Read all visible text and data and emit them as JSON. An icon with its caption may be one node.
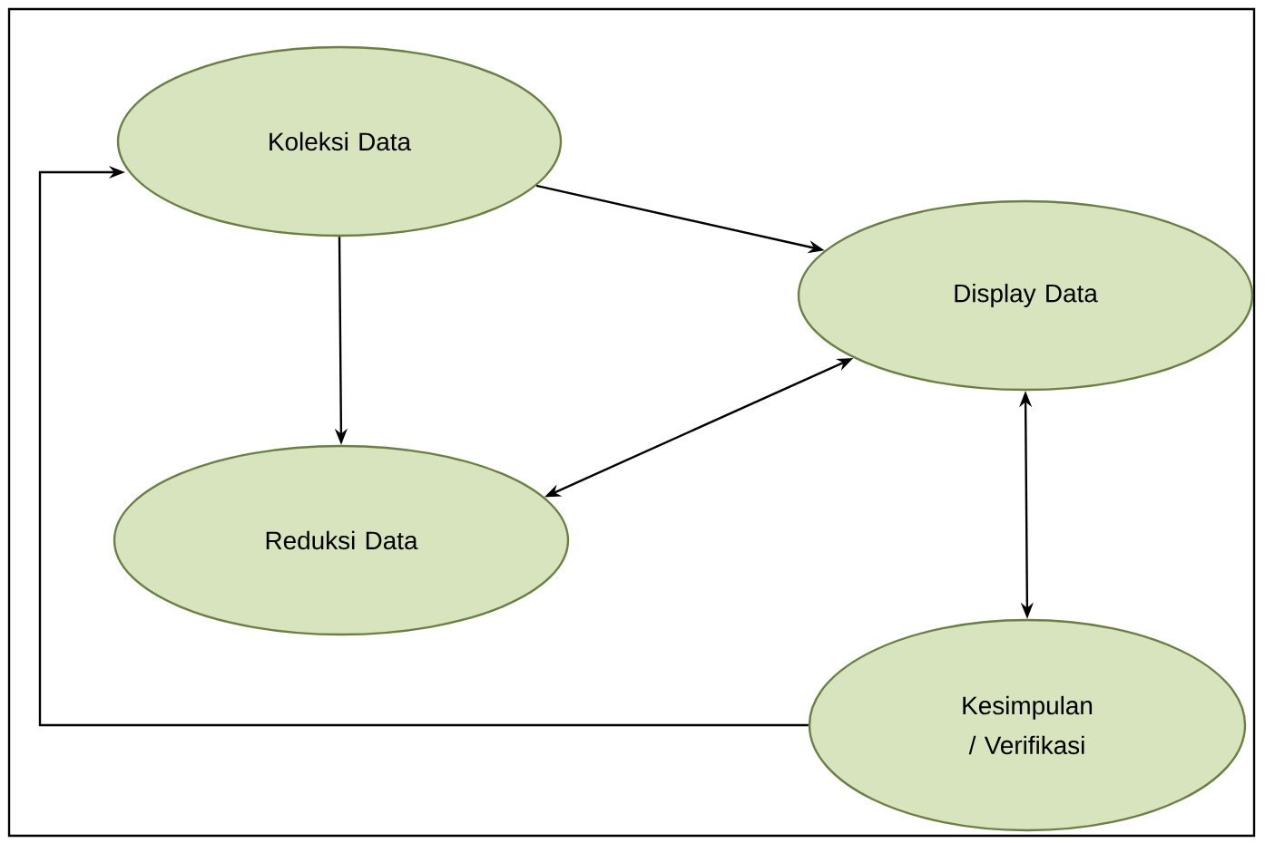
{
  "diagram": {
    "nodes": [
      {
        "text": [
          "Koleksi Data"
        ]
      },
      {
        "text": [
          "Display Data"
        ]
      },
      {
        "text": [
          "Reduksi Data"
        ]
      },
      {
        "text": [
          "Kesimpulan / Verifikasi"
        ]
      }
    ],
    "edges": [
      {
        "from": 0,
        "to": 1,
        "arrow": "to"
      },
      {
        "from": 0,
        "to": 2,
        "arrow": "to"
      },
      {
        "from": 2,
        "to": 1,
        "arrow": "both"
      },
      {
        "from": 1,
        "to": 3,
        "arrow": "both"
      },
      {
        "from": 3,
        "to": 0,
        "arrow": "to"
      }
    ]
  }
}
